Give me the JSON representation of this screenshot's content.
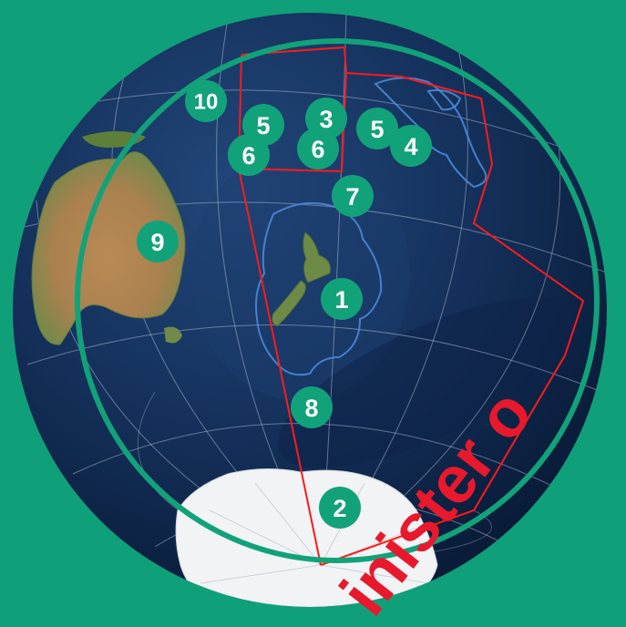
{
  "colors": {
    "background": "#0fa079",
    "ocean": "#10284e",
    "ring": "#12a27a",
    "marker": "#12a27a",
    "boundary": "#ff1a1a",
    "eez": "#4a8ad8",
    "watermark": "#e8192c"
  },
  "markers": [
    {
      "label": "1"
    },
    {
      "label": "2"
    },
    {
      "label": "3"
    },
    {
      "label": "4"
    },
    {
      "label": "5"
    },
    {
      "label": "5"
    },
    {
      "label": "6"
    },
    {
      "label": "6"
    },
    {
      "label": "7"
    },
    {
      "label": "8"
    },
    {
      "label": "9"
    },
    {
      "label": "10"
    }
  ],
  "watermark": {
    "text": "Minister of",
    "visible": "inister o"
  }
}
